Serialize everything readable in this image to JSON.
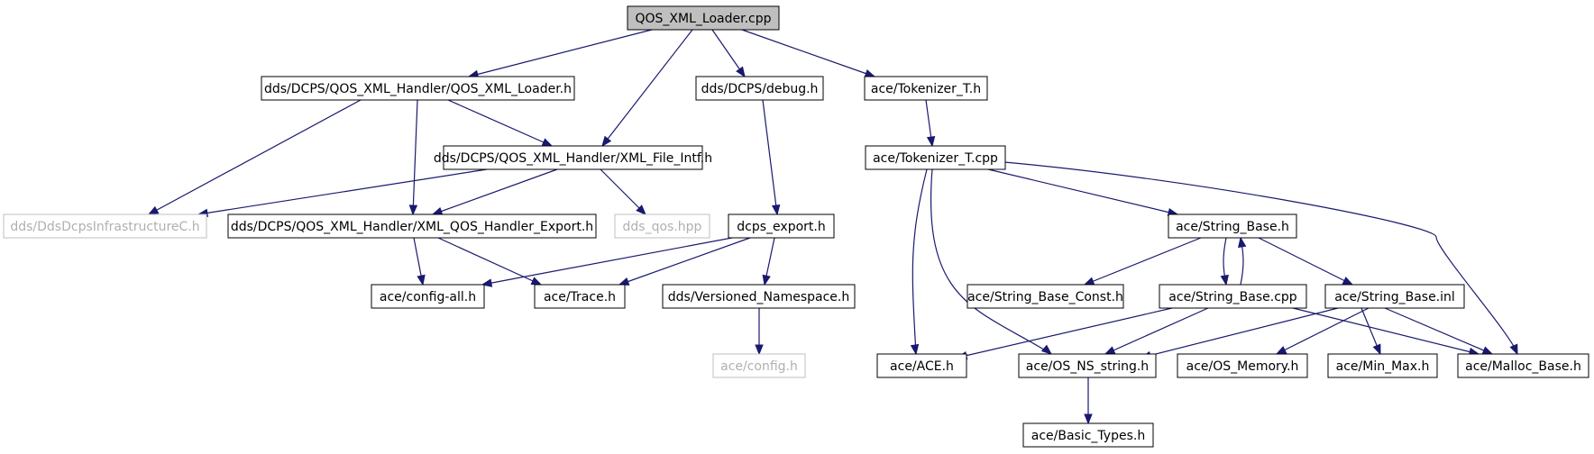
{
  "diagram": {
    "nodes": [
      {
        "id": "root",
        "label": "QOS_XML_Loader.cpp",
        "kind": "root"
      },
      {
        "id": "loader_h",
        "label": "dds/DCPS/QOS_XML_Handler/QOS_XML_Loader.h",
        "kind": "normal"
      },
      {
        "id": "debug_h",
        "label": "dds/DCPS/debug.h",
        "kind": "normal"
      },
      {
        "id": "tokenizer_h",
        "label": "ace/Tokenizer_T.h",
        "kind": "normal"
      },
      {
        "id": "xml_file_intf",
        "label": "dds/DCPS/QOS_XML_Handler/XML_File_Intf.h",
        "kind": "normal"
      },
      {
        "id": "tokenizer_cpp",
        "label": "ace/Tokenizer_T.cpp",
        "kind": "normal"
      },
      {
        "id": "dds_infra",
        "label": "dds/DdsDcpsInfrastructureC.h",
        "kind": "external"
      },
      {
        "id": "handler_export",
        "label": "dds/DCPS/QOS_XML_Handler/XML_QOS_Handler_Export.h",
        "kind": "normal"
      },
      {
        "id": "dds_qos",
        "label": "dds_qos.hpp",
        "kind": "external"
      },
      {
        "id": "dcps_export",
        "label": "dcps_export.h",
        "kind": "normal"
      },
      {
        "id": "string_base_h",
        "label": "ace/String_Base.h",
        "kind": "normal"
      },
      {
        "id": "config_all",
        "label": "ace/config-all.h",
        "kind": "normal"
      },
      {
        "id": "trace_h",
        "label": "ace/Trace.h",
        "kind": "normal"
      },
      {
        "id": "versioned_ns",
        "label": "dds/Versioned_Namespace.h",
        "kind": "normal"
      },
      {
        "id": "string_base_const",
        "label": "ace/String_Base_Const.h",
        "kind": "normal"
      },
      {
        "id": "string_base_cpp",
        "label": "ace/String_Base.cpp",
        "kind": "normal"
      },
      {
        "id": "string_base_inl",
        "label": "ace/String_Base.inl",
        "kind": "normal"
      },
      {
        "id": "config_h",
        "label": "ace/config.h",
        "kind": "external"
      },
      {
        "id": "ace_h",
        "label": "ace/ACE.h",
        "kind": "normal"
      },
      {
        "id": "os_ns_string",
        "label": "ace/OS_NS_string.h",
        "kind": "normal"
      },
      {
        "id": "os_memory",
        "label": "ace/OS_Memory.h",
        "kind": "normal"
      },
      {
        "id": "min_max",
        "label": "ace/Min_Max.h",
        "kind": "normal"
      },
      {
        "id": "malloc_base",
        "label": "ace/Malloc_Base.h",
        "kind": "normal"
      },
      {
        "id": "basic_types",
        "label": "ace/Basic_Types.h",
        "kind": "normal"
      }
    ],
    "edges": [
      {
        "from": "root",
        "to": "loader_h"
      },
      {
        "from": "root",
        "to": "xml_file_intf"
      },
      {
        "from": "root",
        "to": "debug_h"
      },
      {
        "from": "root",
        "to": "tokenizer_h"
      },
      {
        "from": "loader_h",
        "to": "dds_infra"
      },
      {
        "from": "loader_h",
        "to": "handler_export"
      },
      {
        "from": "loader_h",
        "to": "xml_file_intf"
      },
      {
        "from": "xml_file_intf",
        "to": "dds_infra"
      },
      {
        "from": "xml_file_intf",
        "to": "handler_export"
      },
      {
        "from": "xml_file_intf",
        "to": "dds_qos"
      },
      {
        "from": "handler_export",
        "to": "config_all"
      },
      {
        "from": "handler_export",
        "to": "trace_h"
      },
      {
        "from": "debug_h",
        "to": "dcps_export"
      },
      {
        "from": "dcps_export",
        "to": "config_all"
      },
      {
        "from": "dcps_export",
        "to": "trace_h"
      },
      {
        "from": "dcps_export",
        "to": "versioned_ns"
      },
      {
        "from": "versioned_ns",
        "to": "config_h"
      },
      {
        "from": "tokenizer_h",
        "to": "tokenizer_cpp"
      },
      {
        "from": "tokenizer_cpp",
        "to": "string_base_h"
      },
      {
        "from": "tokenizer_cpp",
        "to": "ace_h"
      },
      {
        "from": "tokenizer_cpp",
        "to": "os_ns_string"
      },
      {
        "from": "tokenizer_cpp",
        "to": "malloc_base"
      },
      {
        "from": "string_base_h",
        "to": "string_base_const"
      },
      {
        "from": "string_base_h",
        "to": "string_base_cpp"
      },
      {
        "from": "string_base_h",
        "to": "string_base_inl"
      },
      {
        "from": "string_base_cpp",
        "to": "string_base_h"
      },
      {
        "from": "string_base_cpp",
        "to": "ace_h"
      },
      {
        "from": "string_base_cpp",
        "to": "os_ns_string"
      },
      {
        "from": "string_base_cpp",
        "to": "malloc_base"
      },
      {
        "from": "string_base_inl",
        "to": "os_ns_string"
      },
      {
        "from": "string_base_inl",
        "to": "os_memory"
      },
      {
        "from": "string_base_inl",
        "to": "min_max"
      },
      {
        "from": "string_base_inl",
        "to": "malloc_base"
      },
      {
        "from": "os_ns_string",
        "to": "basic_types"
      }
    ]
  }
}
